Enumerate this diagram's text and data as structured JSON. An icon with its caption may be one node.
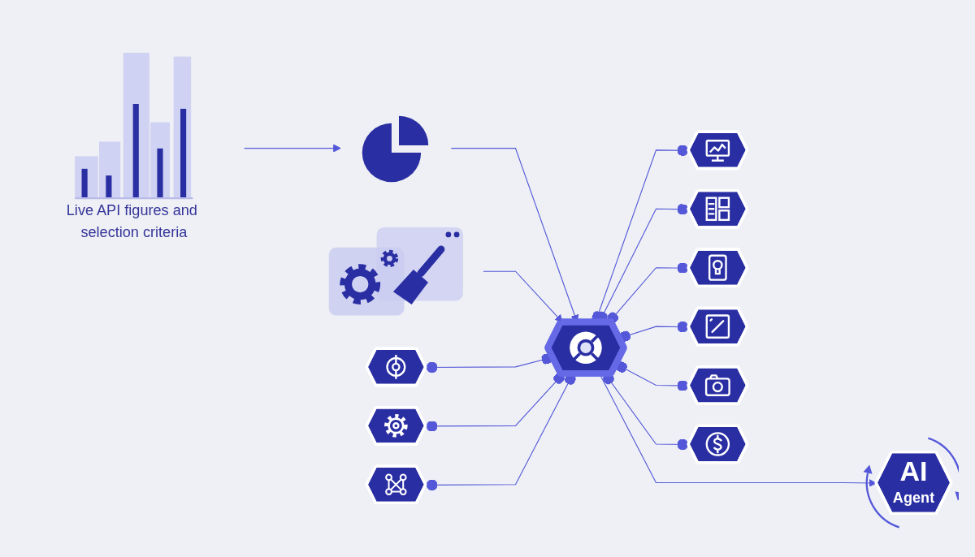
{
  "diagram": {
    "nodes": [
      {
        "text": [],
        "shape": "picture",
        "beside": [
          "Live API figures and selection criteria"
        ]
      },
      {
        "text": [],
        "shape": "picture"
      },
      {
        "text": [],
        "shape": "picture"
      },
      {
        "text": [],
        "shape": "hexagon"
      },
      {
        "text": [],
        "shape": "hexagon"
      },
      {
        "text": [],
        "shape": "hexagon"
      },
      {
        "text": [],
        "shape": "hexagon"
      },
      {
        "text": [],
        "shape": "hexagon"
      },
      {
        "text": [],
        "shape": "hexagon"
      },
      {
        "text": [],
        "shape": "hexagon"
      },
      {
        "text": [],
        "shape": "hexagon"
      },
      {
        "text": [],
        "shape": "hexagon"
      },
      {
        "text": [],
        "shape": "hexagon"
      },
      {
        "text": [
          "AI",
          "Agent"
        ]
      }
    ],
    "edges": [
      {
        "from": 0,
        "to": 1,
        "arrow": "to"
      },
      {
        "from": 1,
        "to": 3,
        "arrow": "to"
      },
      {
        "from": 2,
        "to": 3,
        "arrow": "to"
      },
      {
        "from": 4,
        "to": 3,
        "arrow": "other"
      },
      {
        "from": 3,
        "to": 5,
        "arrow": "other"
      },
      {
        "from": 3,
        "to": 6,
        "arrow": "other"
      },
      {
        "from": 3,
        "to": 7,
        "arrow": "other"
      },
      {
        "from": 3,
        "to": 8,
        "arrow": "other"
      },
      {
        "from": 3,
        "to": 9,
        "arrow": "other"
      },
      {
        "from": 3,
        "to": 10,
        "arrow": "other"
      },
      {
        "from": 11,
        "to": 3,
        "arrow": "other"
      },
      {
        "from": 12,
        "to": 3,
        "arrow": "other"
      },
      {
        "from": 3,
        "to": 13,
        "arrow": "to"
      }
    ]
  }
}
